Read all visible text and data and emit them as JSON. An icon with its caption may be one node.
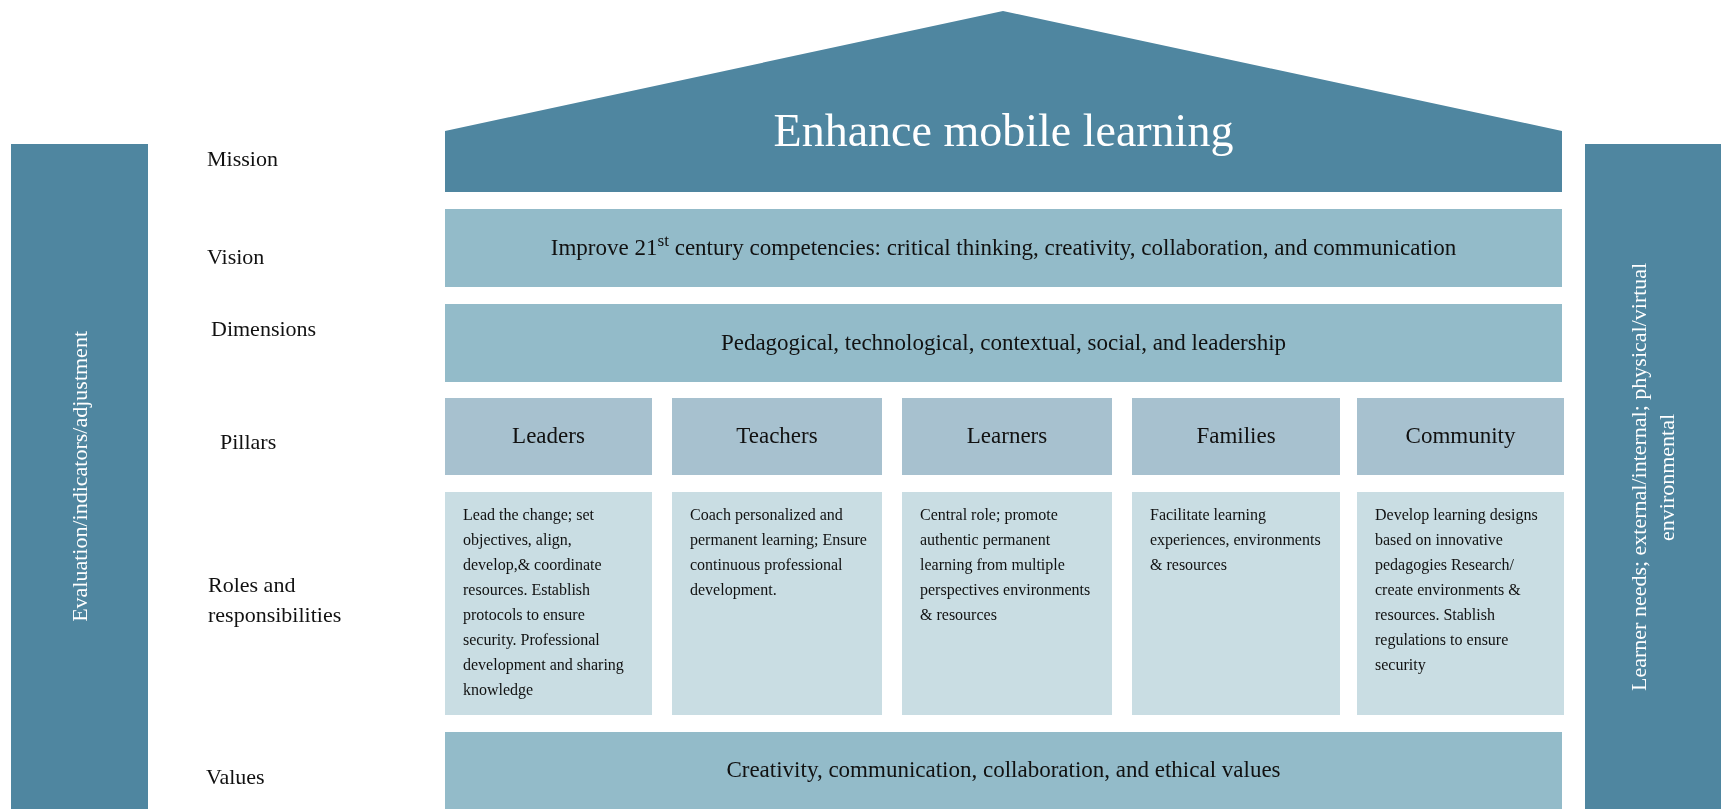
{
  "diagram": {
    "nodes": [
      {
        "text": [
          "Evaluation/indicators/adjustment"
        ]
      },
      {
        "text": [
          "Learner needs; external/internal; physical/virtual environmental"
        ]
      },
      {
        "text": [
          "Enhance mobile learning"
        ]
      },
      {
        "text": [
          "Improve 21$^{st}$ century competencies: critical thinking, creativity, collaboration, and communication"
        ]
      },
      {
        "text": [
          "Pedagogical, technological, contextual, social, and  leadership"
        ]
      },
      {
        "text": [
          "Leaders"
        ]
      },
      {
        "text": [
          "Teachers"
        ]
      },
      {
        "text": [
          "Learners"
        ]
      },
      {
        "text": [
          "Families"
        ]
      },
      {
        "text": [
          "Community"
        ]
      },
      {
        "text": [
          "Lead the change; set objectives, align, develop,& coordinate resources. Establish protocols to ensure security. Professional development and sharing knowledge"
        ]
      },
      {
        "text": [
          "Coach personalized and permanent learning; Ensure continuous professional development."
        ]
      },
      {
        "text": [
          "Central role; promote authentic permanent learning from multiple perspectives environments & resources"
        ]
      },
      {
        "text": [
          "Facilitate learning experiences, environments & resources"
        ]
      },
      {
        "text": [
          "Develop learning designs based on innovative pedagogies Research/ create environments & resources. Stablish regulations to ensure security"
        ]
      },
      {
        "text": [
          "Creativity, communication, collaboration, and ethical values"
        ]
      }
    ],
    "labels": [
      "Mission",
      "Vision",
      "Dimensions",
      "Pillars",
      "Roles and responsibilities",
      "Values"
    ]
  }
}
